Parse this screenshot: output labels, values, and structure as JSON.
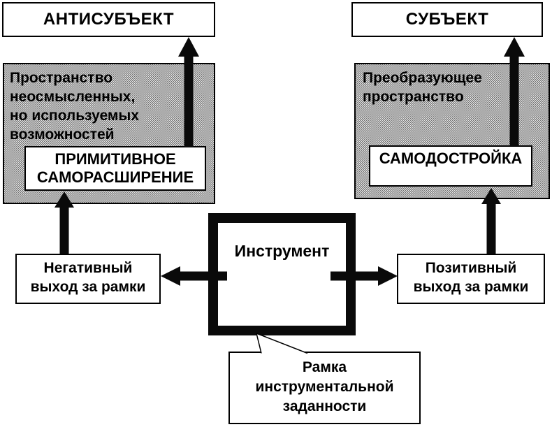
{
  "page": {
    "background_color": "#ffffff",
    "ink_color": "#000000",
    "gray_fill_color": "#b4b4b4"
  },
  "boxes": {
    "antisubject": {
      "label": "АНТИСУБЪЕКТ"
    },
    "subject": {
      "label": "СУБЪЕКТ"
    },
    "left_space": {
      "lines": [
        "Пространство",
        "неосмысленных,",
        "но используемых",
        "возможностей"
      ]
    },
    "right_space": {
      "lines": [
        "Преобразующее",
        "пространство"
      ]
    },
    "primitive_expansion": {
      "lines": [
        "ПРИМИТИВНОЕ",
        "САМОРАСШИРЕНИЕ"
      ]
    },
    "self_building": {
      "label": "САМОДОСТРОЙКА"
    },
    "instrument": {
      "label": "Инструмент"
    },
    "negative_exit": {
      "lines": [
        "Негативный",
        "выход за рамки"
      ]
    },
    "positive_exit": {
      "lines": [
        "Позитивный",
        "выход за рамки"
      ]
    },
    "callout": {
      "lines": [
        "Рамка",
        "инструментальной",
        "заданности"
      ]
    }
  }
}
